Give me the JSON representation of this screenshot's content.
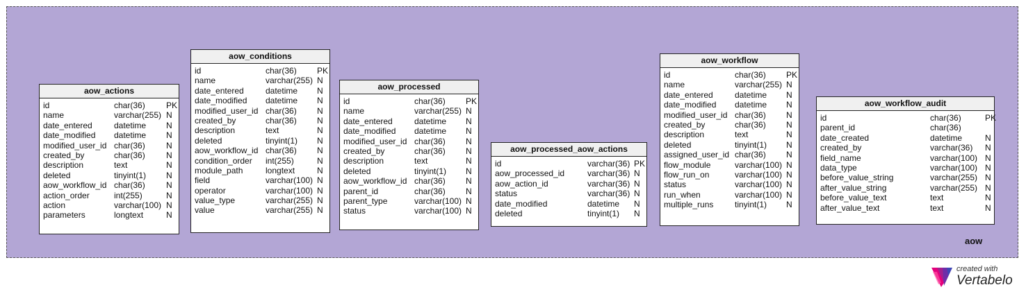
{
  "area": {
    "label": "aow"
  },
  "logo": {
    "line1": "created with",
    "line2": "Vertabelo"
  },
  "tables": [
    {
      "name": "aow_actions",
      "columns": [
        [
          "id",
          "char(36)",
          "PK"
        ],
        [
          "name",
          "varchar(255)",
          "N"
        ],
        [
          "date_entered",
          "datetime",
          "N"
        ],
        [
          "date_modified",
          "datetime",
          "N"
        ],
        [
          "modified_user_id",
          "char(36)",
          "N"
        ],
        [
          "created_by",
          "char(36)",
          "N"
        ],
        [
          "description",
          "text",
          "N"
        ],
        [
          "deleted",
          "tinyint(1)",
          "N"
        ],
        [
          "aow_workflow_id",
          "char(36)",
          "N"
        ],
        [
          "action_order",
          "int(255)",
          "N"
        ],
        [
          "action",
          "varchar(100)",
          "N"
        ],
        [
          "parameters",
          "longtext",
          "N"
        ]
      ]
    },
    {
      "name": "aow_conditions",
      "columns": [
        [
          "id",
          "char(36)",
          "PK"
        ],
        [
          "name",
          "varchar(255)",
          "N"
        ],
        [
          "date_entered",
          "datetime",
          "N"
        ],
        [
          "date_modified",
          "datetime",
          "N"
        ],
        [
          "modified_user_id",
          "char(36)",
          "N"
        ],
        [
          "created_by",
          "char(36)",
          "N"
        ],
        [
          "description",
          "text",
          "N"
        ],
        [
          "deleted",
          "tinyint(1)",
          "N"
        ],
        [
          "aow_workflow_id",
          "char(36)",
          "N"
        ],
        [
          "condition_order",
          "int(255)",
          "N"
        ],
        [
          "module_path",
          "longtext",
          "N"
        ],
        [
          "field",
          "varchar(100)",
          "N"
        ],
        [
          "operator",
          "varchar(100)",
          "N"
        ],
        [
          "value_type",
          "varchar(255)",
          "N"
        ],
        [
          "value",
          "varchar(255)",
          "N"
        ]
      ]
    },
    {
      "name": "aow_processed",
      "columns": [
        [
          "id",
          "char(36)",
          "PK"
        ],
        [
          "name",
          "varchar(255)",
          "N"
        ],
        [
          "date_entered",
          "datetime",
          "N"
        ],
        [
          "date_modified",
          "datetime",
          "N"
        ],
        [
          "modified_user_id",
          "char(36)",
          "N"
        ],
        [
          "created_by",
          "char(36)",
          "N"
        ],
        [
          "description",
          "text",
          "N"
        ],
        [
          "deleted",
          "tinyint(1)",
          "N"
        ],
        [
          "aow_workflow_id",
          "char(36)",
          "N"
        ],
        [
          "parent_id",
          "char(36)",
          "N"
        ],
        [
          "parent_type",
          "varchar(100)",
          "N"
        ],
        [
          "status",
          "varchar(100)",
          "N"
        ]
      ]
    },
    {
      "name": "aow_processed_aow_actions",
      "columns": [
        [
          "id",
          "varchar(36)",
          "PK"
        ],
        [
          "aow_processed_id",
          "varchar(36)",
          "N"
        ],
        [
          "aow_action_id",
          "varchar(36)",
          "N"
        ],
        [
          "status",
          "varchar(36)",
          "N"
        ],
        [
          "date_modified",
          "datetime",
          "N"
        ],
        [
          "deleted",
          "tinyint(1)",
          "N"
        ]
      ]
    },
    {
      "name": "aow_workflow",
      "columns": [
        [
          "id",
          "char(36)",
          "PK"
        ],
        [
          "name",
          "varchar(255)",
          "N"
        ],
        [
          "date_entered",
          "datetime",
          "N"
        ],
        [
          "date_modified",
          "datetime",
          "N"
        ],
        [
          "modified_user_id",
          "char(36)",
          "N"
        ],
        [
          "created_by",
          "char(36)",
          "N"
        ],
        [
          "description",
          "text",
          "N"
        ],
        [
          "deleted",
          "tinyint(1)",
          "N"
        ],
        [
          "assigned_user_id",
          "char(36)",
          "N"
        ],
        [
          "flow_module",
          "varchar(100)",
          "N"
        ],
        [
          "flow_run_on",
          "varchar(100)",
          "N"
        ],
        [
          "status",
          "varchar(100)",
          "N"
        ],
        [
          "run_when",
          "varchar(100)",
          "N"
        ],
        [
          "multiple_runs",
          "tinyint(1)",
          "N"
        ]
      ]
    },
    {
      "name": "aow_workflow_audit",
      "columns": [
        [
          "id",
          "char(36)",
          "PK"
        ],
        [
          "parent_id",
          "char(36)",
          ""
        ],
        [
          "date_created",
          "datetime",
          "N"
        ],
        [
          "created_by",
          "varchar(36)",
          "N"
        ],
        [
          "field_name",
          "varchar(100)",
          "N"
        ],
        [
          "data_type",
          "varchar(100)",
          "N"
        ],
        [
          "before_value_string",
          "varchar(255)",
          "N"
        ],
        [
          "after_value_string",
          "varchar(255)",
          "N"
        ],
        [
          "before_value_text",
          "text",
          "N"
        ],
        [
          "after_value_text",
          "text",
          "N"
        ]
      ]
    }
  ]
}
